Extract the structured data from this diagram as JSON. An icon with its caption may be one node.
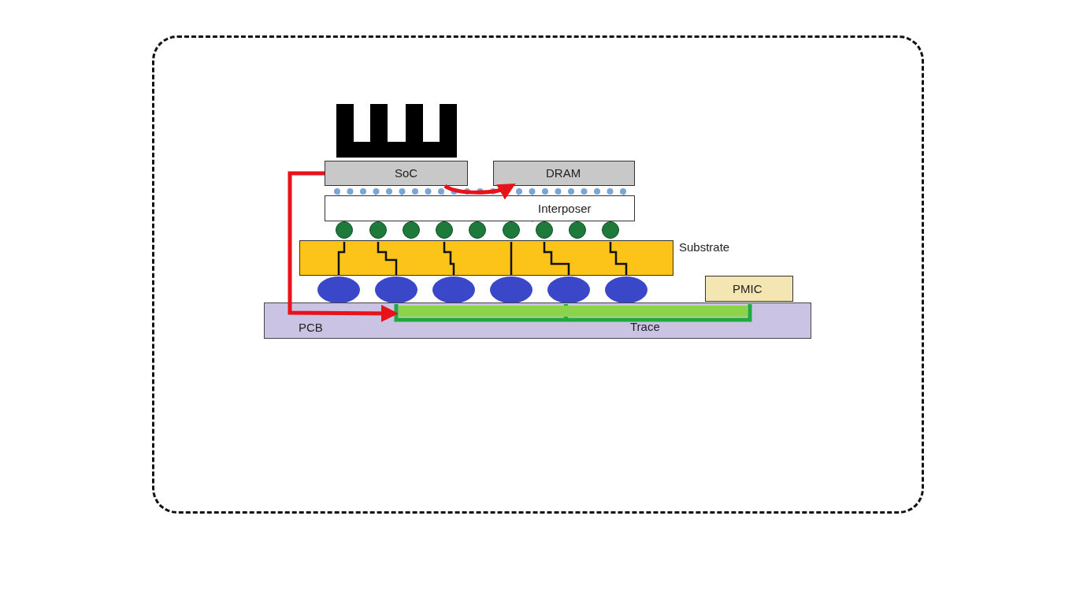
{
  "diagram": {
    "nodes": [
      {
        "text": [
          "SoC"
        ]
      },
      {
        "text": [
          "DRAM"
        ]
      },
      {
        "text": [
          "Interposer"
        ]
      },
      {
        "text": [
          "Substrate"
        ]
      },
      {
        "text": [
          "PMIC"
        ]
      },
      {
        "text": [
          "PCB"
        ]
      },
      {
        "text": [
          "Trace"
        ],
        "in": 5
      }
    ],
    "edges": [
      {
        "from": 0,
        "to": 1,
        "arrow": "to"
      },
      {
        "from": 0,
        "to": 6,
        "arrow": "to"
      }
    ]
  }
}
